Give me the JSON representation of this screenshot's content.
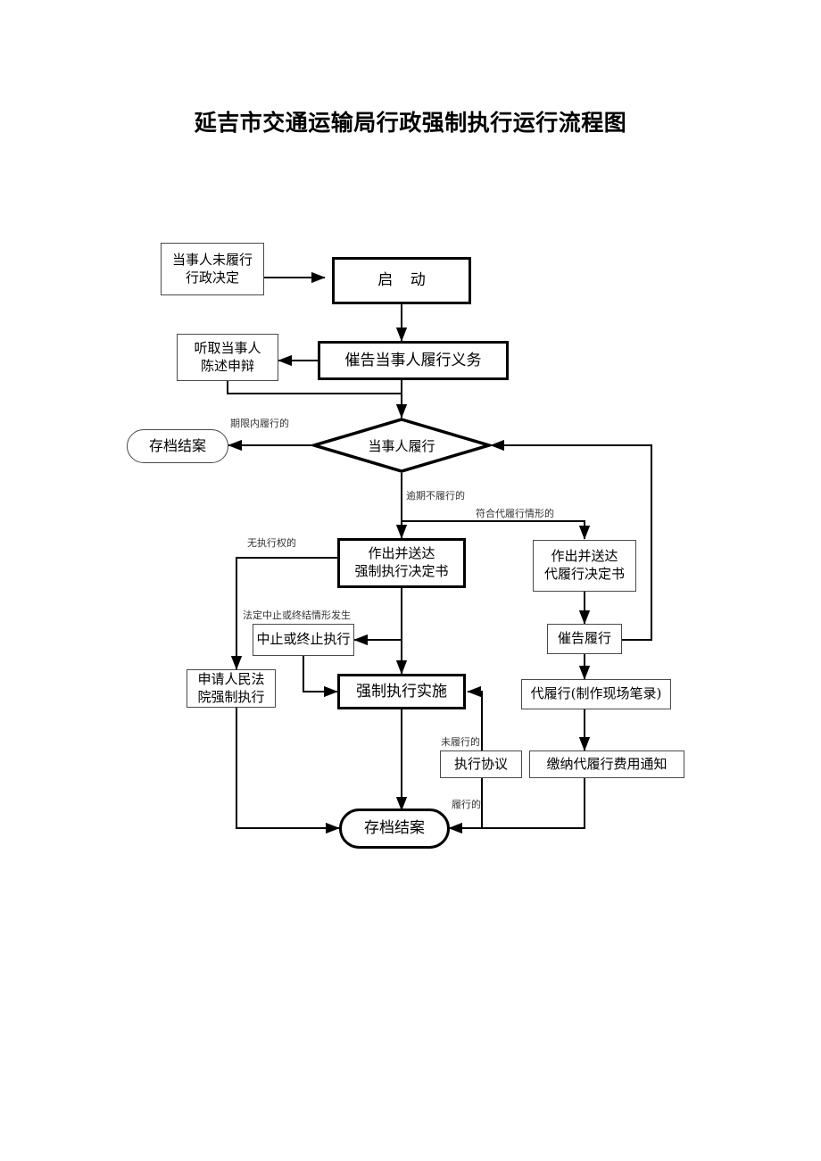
{
  "title": "延吉市交通运输局行政强制执行运行流程图",
  "diagram": {
    "type": "flowchart",
    "nodes": [
      {
        "id": "n1",
        "label": "当事人未履行\n行政决定",
        "shape": "rect",
        "emphasis": "thin"
      },
      {
        "id": "n2",
        "label": "启 动",
        "shape": "rect",
        "emphasis": "bold"
      },
      {
        "id": "n3",
        "label": "听取当事人\n陈述申辩",
        "shape": "rect",
        "emphasis": "thin"
      },
      {
        "id": "n4",
        "label": "催告当事人履行义务",
        "shape": "rect",
        "emphasis": "bold"
      },
      {
        "id": "n5",
        "label": "存档结案",
        "shape": "rounded",
        "emphasis": "thin"
      },
      {
        "id": "n6",
        "label": "当事人履行",
        "shape": "diamond",
        "emphasis": "bold"
      },
      {
        "id": "n7",
        "label": "作出并送达\n强制执行决定书",
        "shape": "rect",
        "emphasis": "bold"
      },
      {
        "id": "n8",
        "label": "作出并送达\n代履行决定书",
        "shape": "rect",
        "emphasis": "thin"
      },
      {
        "id": "n9",
        "label": "中止或终止执行",
        "shape": "rect",
        "emphasis": "thin"
      },
      {
        "id": "n10",
        "label": "催告履行",
        "shape": "rect",
        "emphasis": "thin"
      },
      {
        "id": "n11",
        "label": "申请人民法\n院强制执行",
        "shape": "rect",
        "emphasis": "thin"
      },
      {
        "id": "n12",
        "label": "强制执行实施",
        "shape": "rect",
        "emphasis": "bold"
      },
      {
        "id": "n13",
        "label": "代履行(制作现场笔录)",
        "shape": "rect",
        "emphasis": "thin"
      },
      {
        "id": "n14",
        "label": "执行协议",
        "shape": "rect",
        "emphasis": "thin"
      },
      {
        "id": "n15",
        "label": "缴纳代履行费用通知",
        "shape": "rect",
        "emphasis": "thin"
      },
      {
        "id": "n16",
        "label": "存档结案",
        "shape": "rounded",
        "emphasis": "bold"
      }
    ],
    "edge_labels": [
      {
        "id": "e1",
        "text": "期限内履行的"
      },
      {
        "id": "e2",
        "text": "逾期不履行的"
      },
      {
        "id": "e3",
        "text": "符合代履行情形的"
      },
      {
        "id": "e4",
        "text": "无执行权的"
      },
      {
        "id": "e5",
        "text": "法定中止或终结情形发生"
      },
      {
        "id": "e6",
        "text": "未履行的"
      },
      {
        "id": "e7",
        "text": "履行的"
      }
    ]
  },
  "colors": {
    "line": "#000000",
    "thin_border": "#4a4a4a",
    "text": "#000000",
    "background": "#ffffff"
  }
}
